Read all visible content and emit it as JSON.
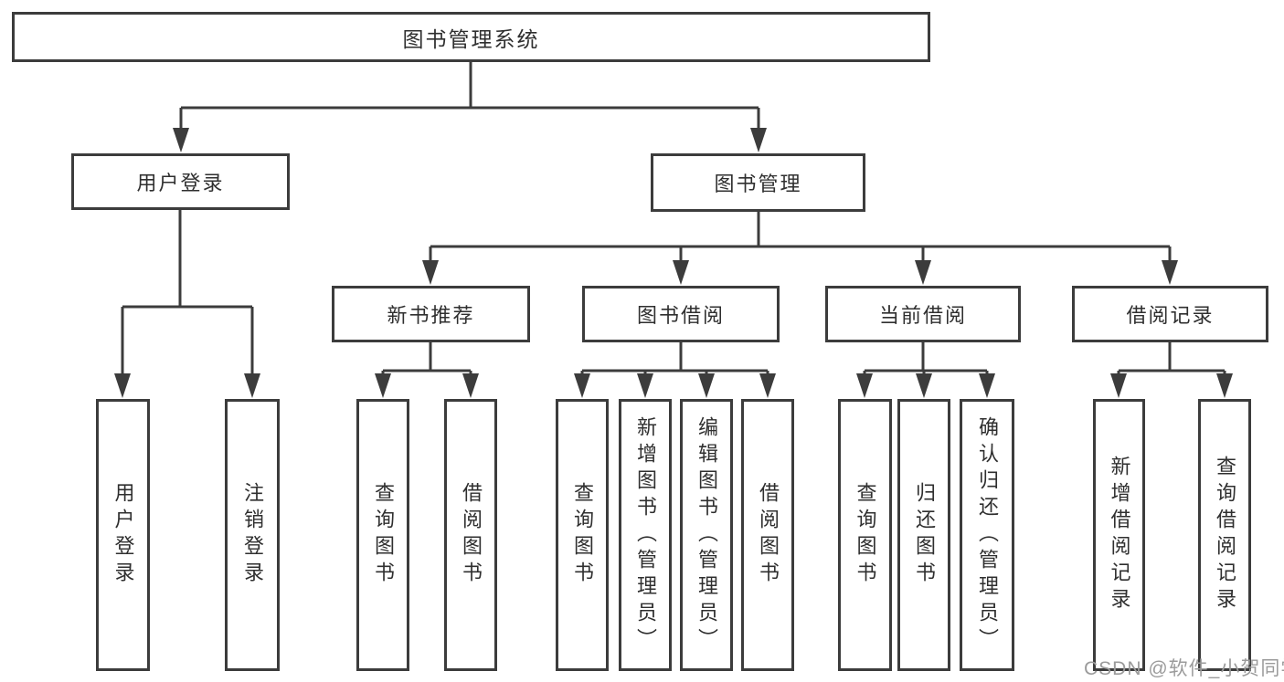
{
  "diagram": {
    "title": "图书管理系统",
    "root": {
      "label": "图书管理系统"
    },
    "level2": [
      {
        "label": "用户登录"
      },
      {
        "label": "图书管理"
      }
    ],
    "level3": [
      {
        "label": "新书推荐"
      },
      {
        "label": "图书借阅"
      },
      {
        "label": "当前借阅"
      },
      {
        "label": "借阅记录"
      }
    ],
    "leaves": {
      "login": [
        "用户登录",
        "注销登录"
      ],
      "new_books": [
        "查询图书",
        "借阅图书"
      ],
      "book_borrow": [
        "查询图书",
        "新增图书（管理员）",
        "编辑图书（管理员）",
        "借阅图书"
      ],
      "current_borrow": [
        "查询图书",
        "归还图书",
        "确认归还（管理员）"
      ],
      "borrow_records": [
        "新增借阅记录",
        "查询借阅记录"
      ]
    }
  },
  "watermark": {
    "text": "CSDN @软件_小贺同学"
  },
  "colors": {
    "line": "#3c3c3c",
    "box_border": "#3c3c3c",
    "text": "#2f2f2f",
    "watermark": "#9b9b9b",
    "background": "#ffffff"
  }
}
